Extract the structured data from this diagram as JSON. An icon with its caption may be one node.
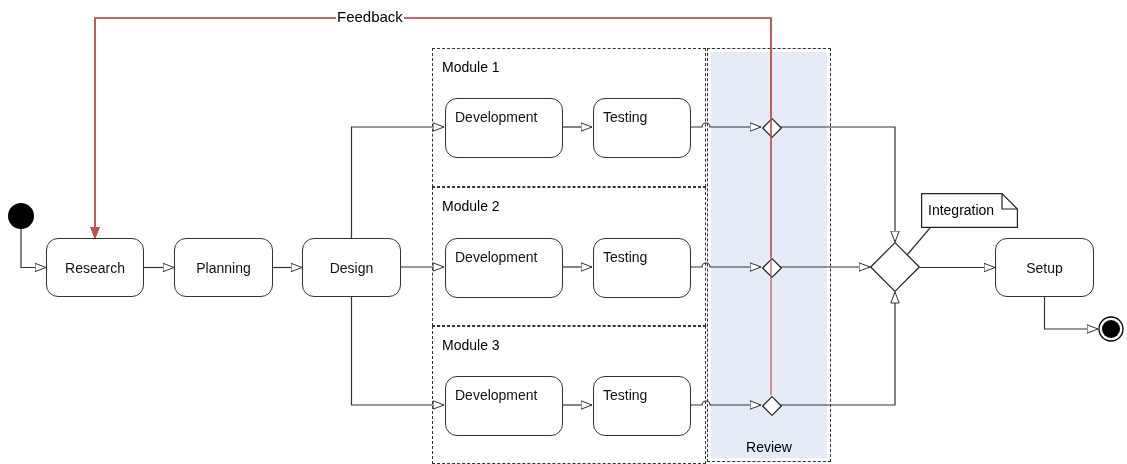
{
  "diagram": {
    "nodes": [
      {
        "text": [],
        "shape": "circle"
      },
      {
        "text": [
          "Research"
        ]
      },
      {
        "text": [
          "Planning"
        ]
      },
      {
        "text": [
          "Design"
        ]
      },
      {
        "text": [
          "Module 1"
        ]
      },
      {
        "text": [
          "Development"
        ],
        "in": 4
      },
      {
        "text": [
          "Testing"
        ],
        "in": 4
      },
      {
        "text": [
          "Module 2"
        ]
      },
      {
        "text": [
          "Development"
        ],
        "in": 7
      },
      {
        "text": [
          "Testing"
        ],
        "in": 7
      },
      {
        "text": [
          "Module 3"
        ]
      },
      {
        "text": [
          "Development"
        ],
        "in": 10
      },
      {
        "text": [
          "Testing"
        ],
        "in": 10
      },
      {
        "text": [
          "Review"
        ]
      },
      {
        "text": [],
        "shape": "diamond",
        "in": 13
      },
      {
        "text": [],
        "shape": "diamond",
        "in": 13
      },
      {
        "text": [],
        "shape": "diamond",
        "in": 13
      },
      {
        "text": [],
        "shape": "diamond"
      },
      {
        "text": [
          "Integration"
        ]
      },
      {
        "text": [
          "Setup"
        ]
      },
      {
        "text": [],
        "shape": "circle"
      }
    ],
    "edges": [
      {
        "from": 0,
        "to": 1,
        "arrow": "to"
      },
      {
        "from": 1,
        "to": 2,
        "arrow": "to"
      },
      {
        "from": 2,
        "to": 3,
        "arrow": "to"
      },
      {
        "from": 3,
        "to": 5,
        "arrow": "to"
      },
      {
        "from": 3,
        "to": 8,
        "arrow": "to"
      },
      {
        "from": 3,
        "to": 11,
        "arrow": "to"
      },
      {
        "from": 5,
        "to": 6,
        "arrow": "to"
      },
      {
        "from": 8,
        "to": 9,
        "arrow": "to"
      },
      {
        "from": 11,
        "to": 12,
        "arrow": "to"
      },
      {
        "from": 6,
        "to": 14,
        "arrow": "to"
      },
      {
        "from": 9,
        "to": 15,
        "arrow": "to"
      },
      {
        "from": 12,
        "to": 16,
        "arrow": "to"
      },
      {
        "from": 14,
        "to": 17,
        "arrow": "to"
      },
      {
        "from": 15,
        "to": 17,
        "arrow": "to"
      },
      {
        "from": 16,
        "to": 17,
        "arrow": "to"
      },
      {
        "from": 18,
        "to": 17,
        "arrow": "none"
      },
      {
        "from": 17,
        "to": 19,
        "arrow": "to"
      },
      {
        "from": 19,
        "to": 20,
        "arrow": "to"
      },
      {
        "from": 14,
        "to": 1,
        "arrow": "to",
        "label": "Feedback",
        "color": "#c0504d"
      },
      {
        "from": 15,
        "to": 1,
        "arrow": "to",
        "color": "#c0504d"
      },
      {
        "from": 16,
        "to": 1,
        "arrow": "to",
        "color": "#c0504d"
      }
    ]
  }
}
